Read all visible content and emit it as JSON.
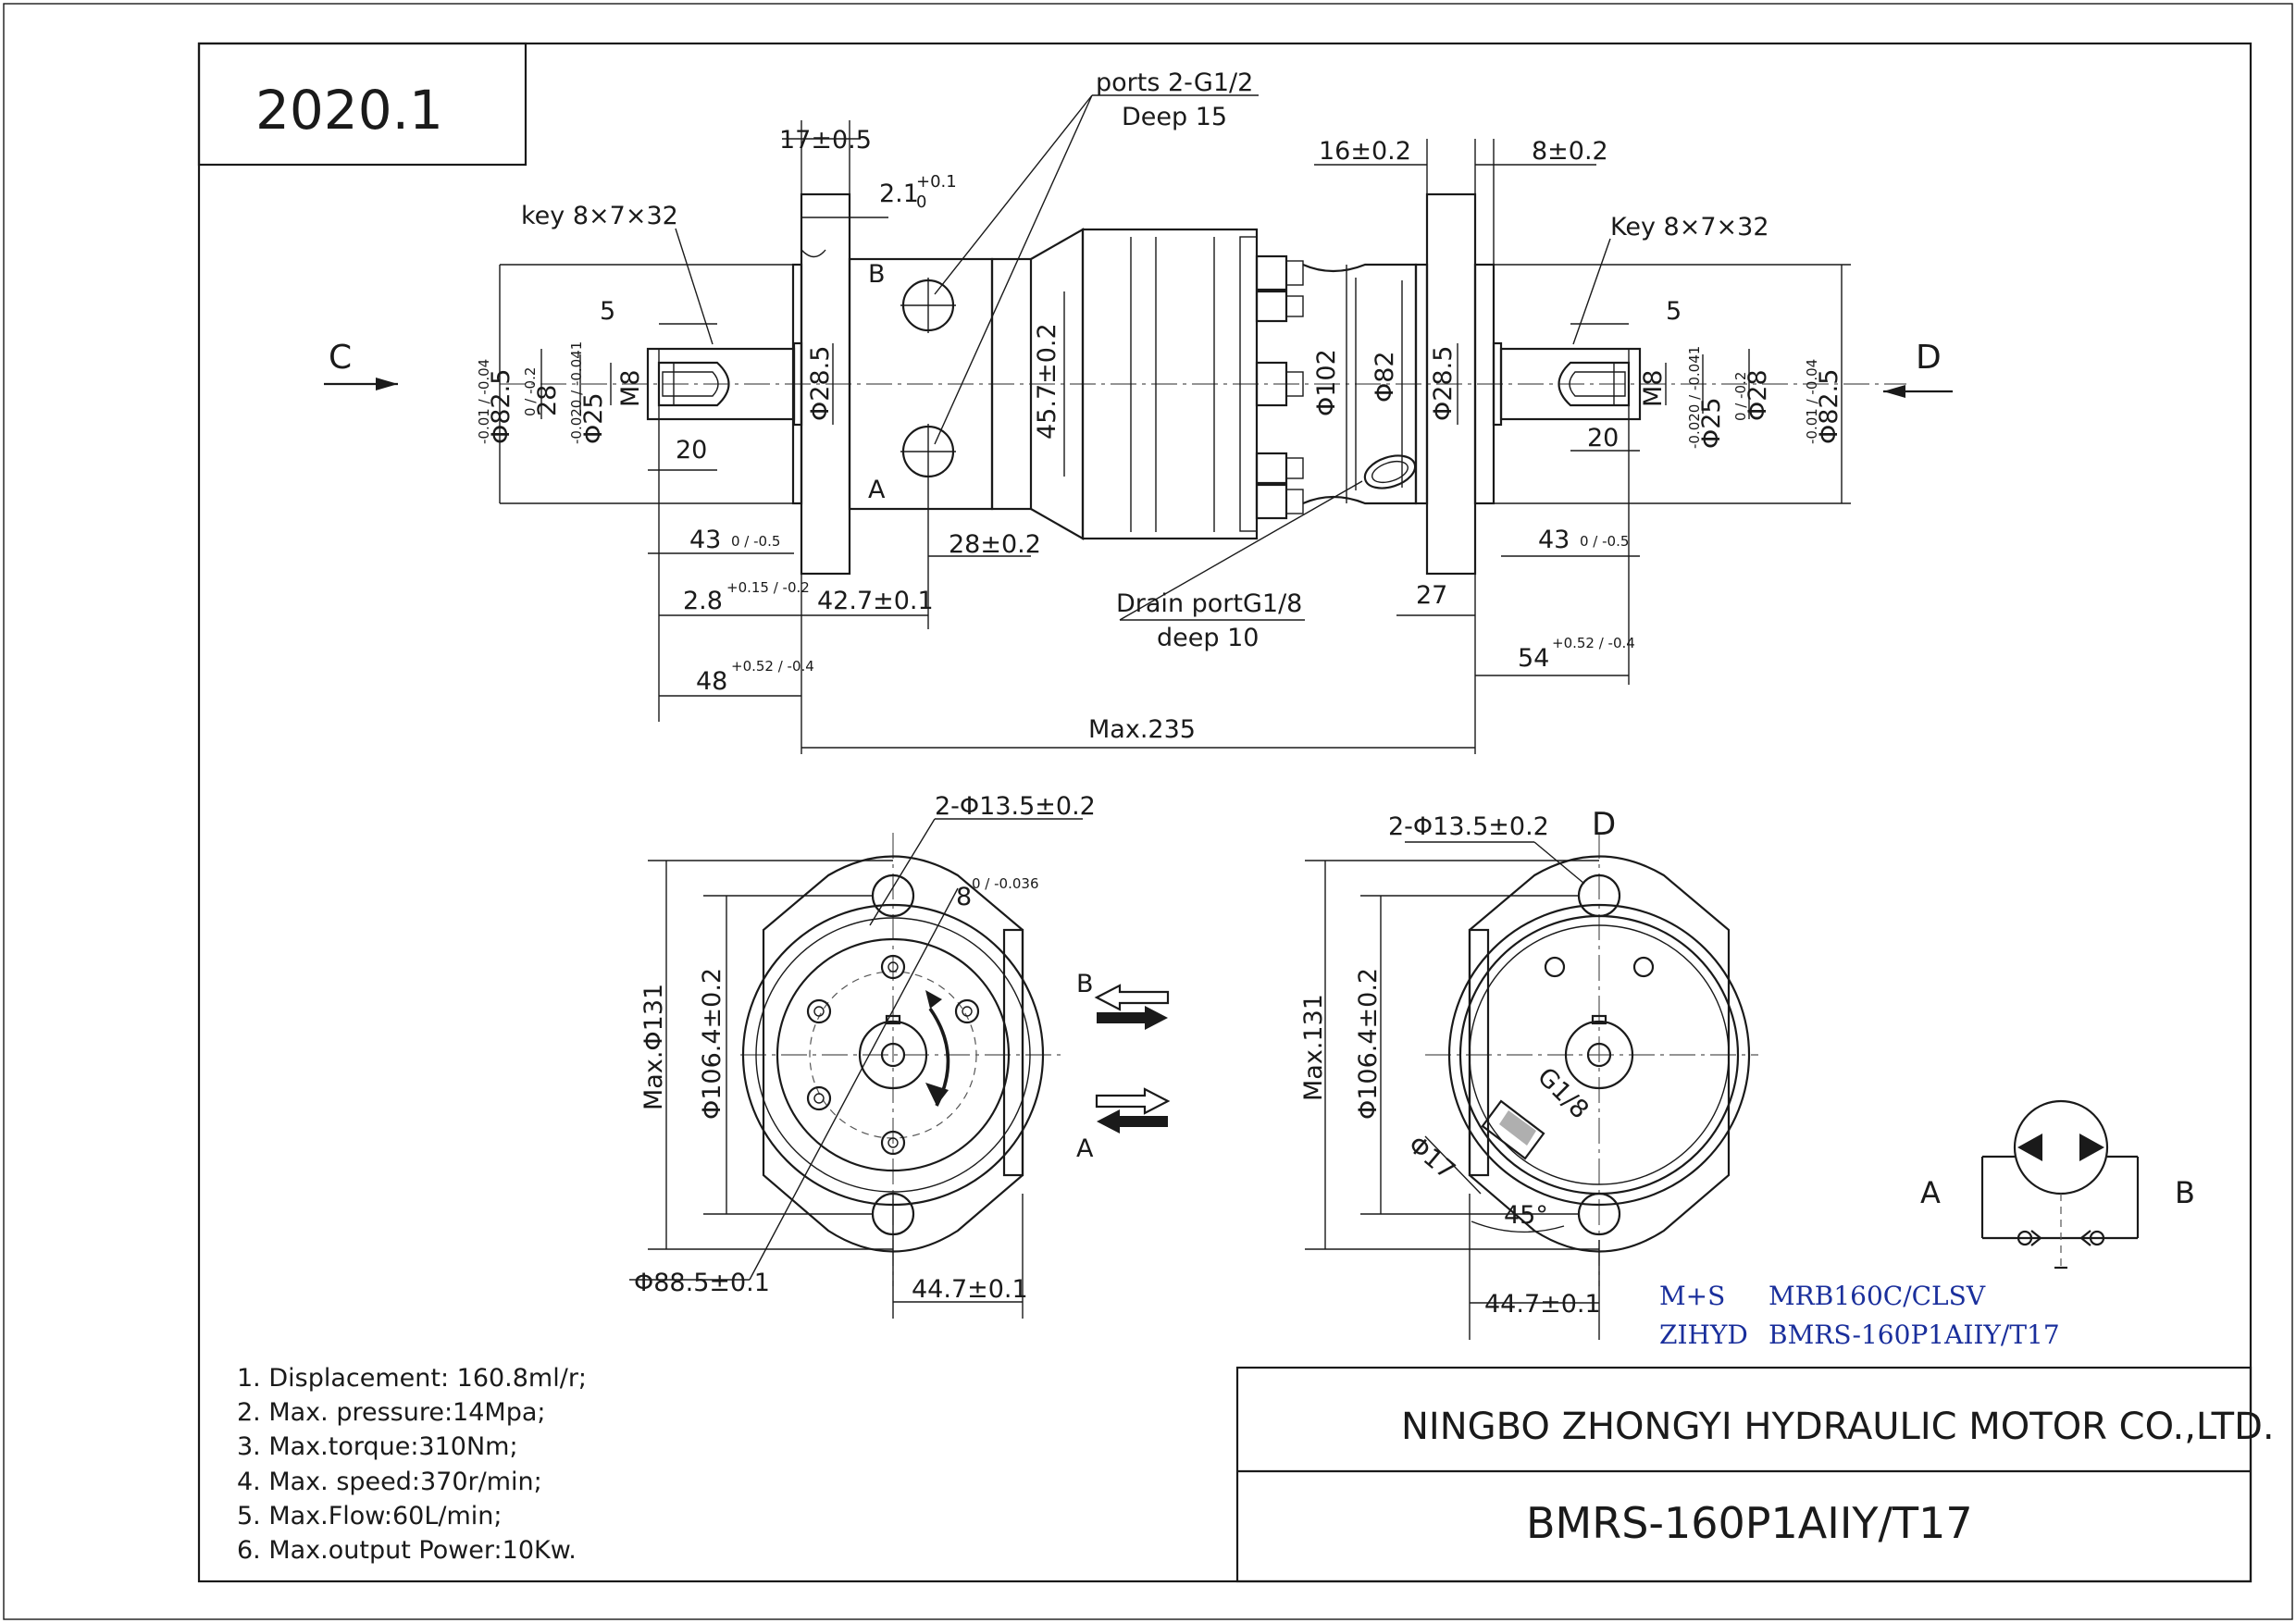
{
  "title_block": {
    "date_code": "2020.1",
    "company": "NINGBO ZHONGYI HYDRAULIC MOTOR CO.,LTD.",
    "model": "BMRS-160P1AIIY/T17"
  },
  "cross_reference": [
    {
      "brand": "M+S",
      "model": "MRB160C/CLSV"
    },
    {
      "brand": "ZIHYD",
      "model": "BMRS-160P1AIIY/T17"
    }
  ],
  "specs": [
    "1. Displacement: 160.8ml/r;",
    "2. Max. pressure:14Mpa;",
    "3. Max.torque:310Nm;",
    "4. Max. speed:370r/min;",
    "5. Max.Flow:60L/min;",
    "6. Max.output Power:10Kw."
  ],
  "side_view": {
    "ports_label": "ports 2-G1/2",
    "ports_depth": "Deep 15",
    "key_left": "key 8×7×32",
    "key_right": "Key 8×7×32",
    "view_c": "C",
    "view_d": "D",
    "port_a": "A",
    "port_b": "B",
    "dim_17": "17±0.5",
    "dim_2_1": "2.1",
    "dim_2_1_tol_up": "+0.1",
    "dim_2_1_tol_dn": "0",
    "dim_16": "16±0.2",
    "dim_8": "8±0.2",
    "dim_5_left": "5",
    "dim_5_right": "5",
    "dim_20_left": "20",
    "dim_20_right": "20",
    "dia_82_5_left": "Φ82.5",
    "dia_82_5_tol": "-0.01 / -0.04",
    "dim_28_left": "28",
    "dim_28_tol": "0 / -0.2",
    "dia_25_left": "Φ25",
    "dia_25_tol": "-0.020 / -0.041",
    "thread_m8_left": "M8",
    "dia_28_5_left": "Φ28.5",
    "dim_45_7": "45.7±0.2",
    "dia_102": "Φ102",
    "dia_82": "Φ82",
    "dia_28_5_right": "Φ28.5",
    "thread_m8_right": "M8",
    "dia_25_right": "Φ25",
    "dia_28_right": "Φ28",
    "dia_82_5_right": "Φ82.5",
    "dim_43_left": "43",
    "dim_43_tol": "0 / -0.5",
    "dim_28_2": "28±0.2",
    "dim_43_right": "43",
    "dim_2_8": "2.8",
    "dim_2_8_tol": "+0.15 / -0.2",
    "dim_42_7": "42.7±0.1",
    "drain_label": "Drain portG1/8",
    "drain_depth": "deep 10",
    "dim_27": "27",
    "dim_48": "48",
    "dim_48_tol": "+0.52 / -0.4",
    "dim_54": "54",
    "dim_54_tol": "+0.52 / -0.4",
    "dim_max_235": "Max.235"
  },
  "front_view_c": {
    "holes": "2-Φ13.5±0.2",
    "key_width": "8",
    "key_tol": "0 / -0.036",
    "max_dia": "Max.Φ131",
    "pcd": "Φ106.4±0.2",
    "pilot": "Φ88.5±0.1",
    "offset": "44.7±0.1",
    "flow_b": "B",
    "flow_a": "A"
  },
  "front_view_d": {
    "view": "D",
    "holes": "2-Φ13.5±0.2",
    "max": "Max.131",
    "pcd": "Φ106.4±0.2",
    "drain": "G1/8",
    "dia_17": "Φ17",
    "angle": "45°",
    "offset": "44.7±0.1"
  },
  "hydraulic_symbol": {
    "port_a": "A",
    "port_b": "B"
  }
}
